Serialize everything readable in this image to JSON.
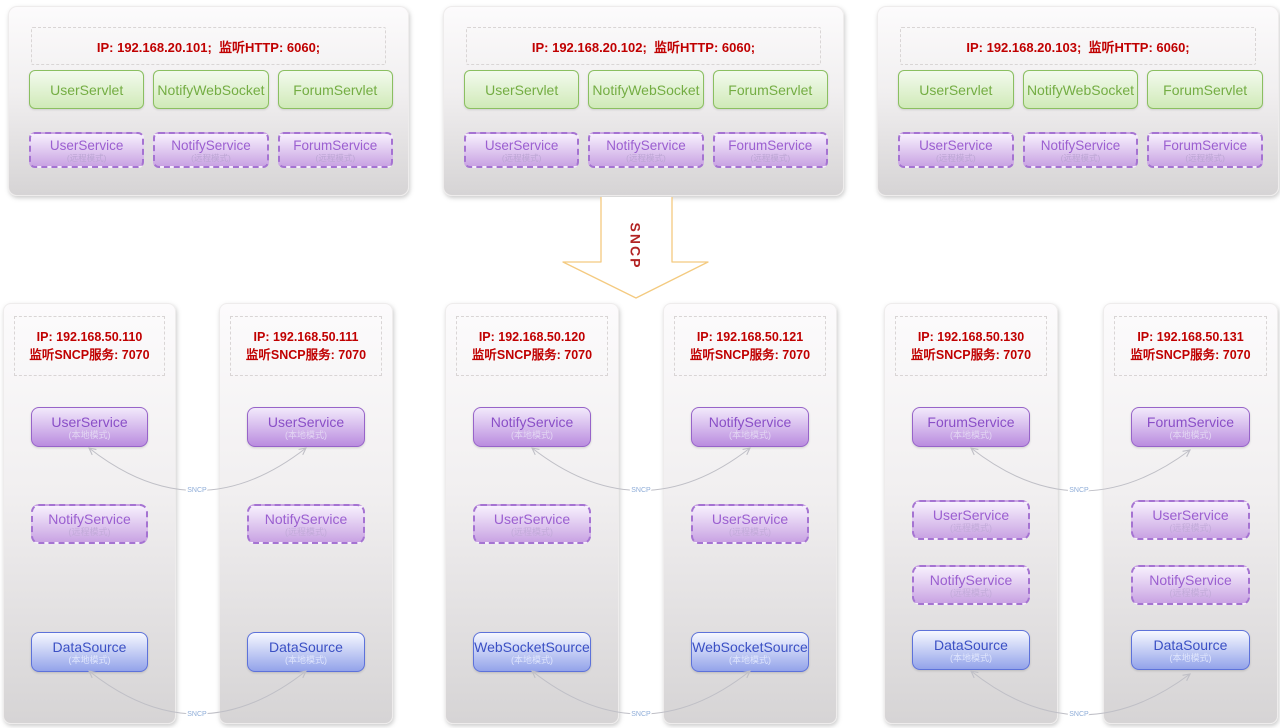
{
  "link_label": "SNCP",
  "arrow": {
    "label": "SNCP"
  },
  "colors": {
    "servlet_green": "#74ad43",
    "service_purple": "#9b5fd0",
    "datasource_blue": "#3b50c4",
    "ip_red": "#c00000",
    "arrow_orange": "#f4ca80",
    "link_gray": "#bfbfc6"
  },
  "http_nodes": [
    {
      "ip": "IP: 192.168.20.101;  监听HTTP: 6060;",
      "servlets": [
        "UserServlet",
        "NotifyWebSocket",
        "ForumServlet"
      ],
      "services": [
        {
          "name": "UserService",
          "mode": "(远程模式)"
        },
        {
          "name": "NotifyService",
          "mode": "(远程模式)"
        },
        {
          "name": "ForumService",
          "mode": "(远程模式)"
        }
      ]
    },
    {
      "ip": "IP: 192.168.20.102;  监听HTTP: 6060;",
      "servlets": [
        "UserServlet",
        "NotifyWebSocket",
        "ForumServlet"
      ],
      "services": [
        {
          "name": "UserService",
          "mode": "(远程模式)"
        },
        {
          "name": "NotifyService",
          "mode": "(远程模式)"
        },
        {
          "name": "ForumService",
          "mode": "(远程模式)"
        }
      ]
    },
    {
      "ip": "IP: 192.168.20.103;  监听HTTP: 6060;",
      "servlets": [
        "UserServlet",
        "NotifyWebSocket",
        "ForumServlet"
      ],
      "services": [
        {
          "name": "UserService",
          "mode": "(远程模式)"
        },
        {
          "name": "NotifyService",
          "mode": "(远程模式)"
        },
        {
          "name": "ForumService",
          "mode": "(远程模式)"
        }
      ]
    }
  ],
  "sncp_nodes": [
    {
      "ip_line1": "IP: 192.168.50.110",
      "ip_line2": "监听SNCP服务: 7070",
      "services": [
        {
          "name": "UserService",
          "mode": "(本地模式)",
          "kind": "local"
        },
        {
          "name": "NotifyService",
          "mode": "(远程模式)",
          "kind": "remote"
        },
        {
          "name": "DataSource",
          "mode": "(本地模式)",
          "kind": "datasource"
        }
      ]
    },
    {
      "ip_line1": "IP: 192.168.50.111",
      "ip_line2": "监听SNCP服务: 7070",
      "services": [
        {
          "name": "UserService",
          "mode": "(本地模式)",
          "kind": "local"
        },
        {
          "name": "NotifyService",
          "mode": "(远程模式)",
          "kind": "remote"
        },
        {
          "name": "DataSource",
          "mode": "(本地模式)",
          "kind": "datasource"
        }
      ]
    },
    {
      "ip_line1": "IP: 192.168.50.120",
      "ip_line2": "监听SNCP服务: 7070",
      "services": [
        {
          "name": "NotifyService",
          "mode": "(本地模式)",
          "kind": "local"
        },
        {
          "name": "UserService",
          "mode": "(远程模式)",
          "kind": "remote"
        },
        {
          "name": "WebSocketSource",
          "mode": "(本地模式)",
          "kind": "datasource"
        }
      ]
    },
    {
      "ip_line1": "IP: 192.168.50.121",
      "ip_line2": "监听SNCP服务: 7070",
      "services": [
        {
          "name": "NotifyService",
          "mode": "(本地模式)",
          "kind": "local"
        },
        {
          "name": "UserService",
          "mode": "(远程模式)",
          "kind": "remote"
        },
        {
          "name": "WebSocketSource",
          "mode": "(本地模式)",
          "kind": "datasource"
        }
      ]
    },
    {
      "ip_line1": "IP: 192.168.50.130",
      "ip_line2": "监听SNCP服务: 7070",
      "services": [
        {
          "name": "ForumService",
          "mode": "(本地模式)",
          "kind": "local"
        },
        {
          "name": "UserService",
          "mode": "(远程模式)",
          "kind": "remote"
        },
        {
          "name": "NotifyService",
          "mode": "(远程模式)",
          "kind": "remote"
        },
        {
          "name": "DataSource",
          "mode": "(本地模式)",
          "kind": "datasource"
        }
      ]
    },
    {
      "ip_line1": "IP: 192.168.50.131",
      "ip_line2": "监听SNCP服务: 7070",
      "services": [
        {
          "name": "ForumService",
          "mode": "(本地模式)",
          "kind": "local"
        },
        {
          "name": "UserService",
          "mode": "(远程模式)",
          "kind": "remote"
        },
        {
          "name": "NotifyService",
          "mode": "(远程模式)",
          "kind": "remote"
        },
        {
          "name": "DataSource",
          "mode": "(本地模式)",
          "kind": "datasource"
        }
      ]
    }
  ]
}
